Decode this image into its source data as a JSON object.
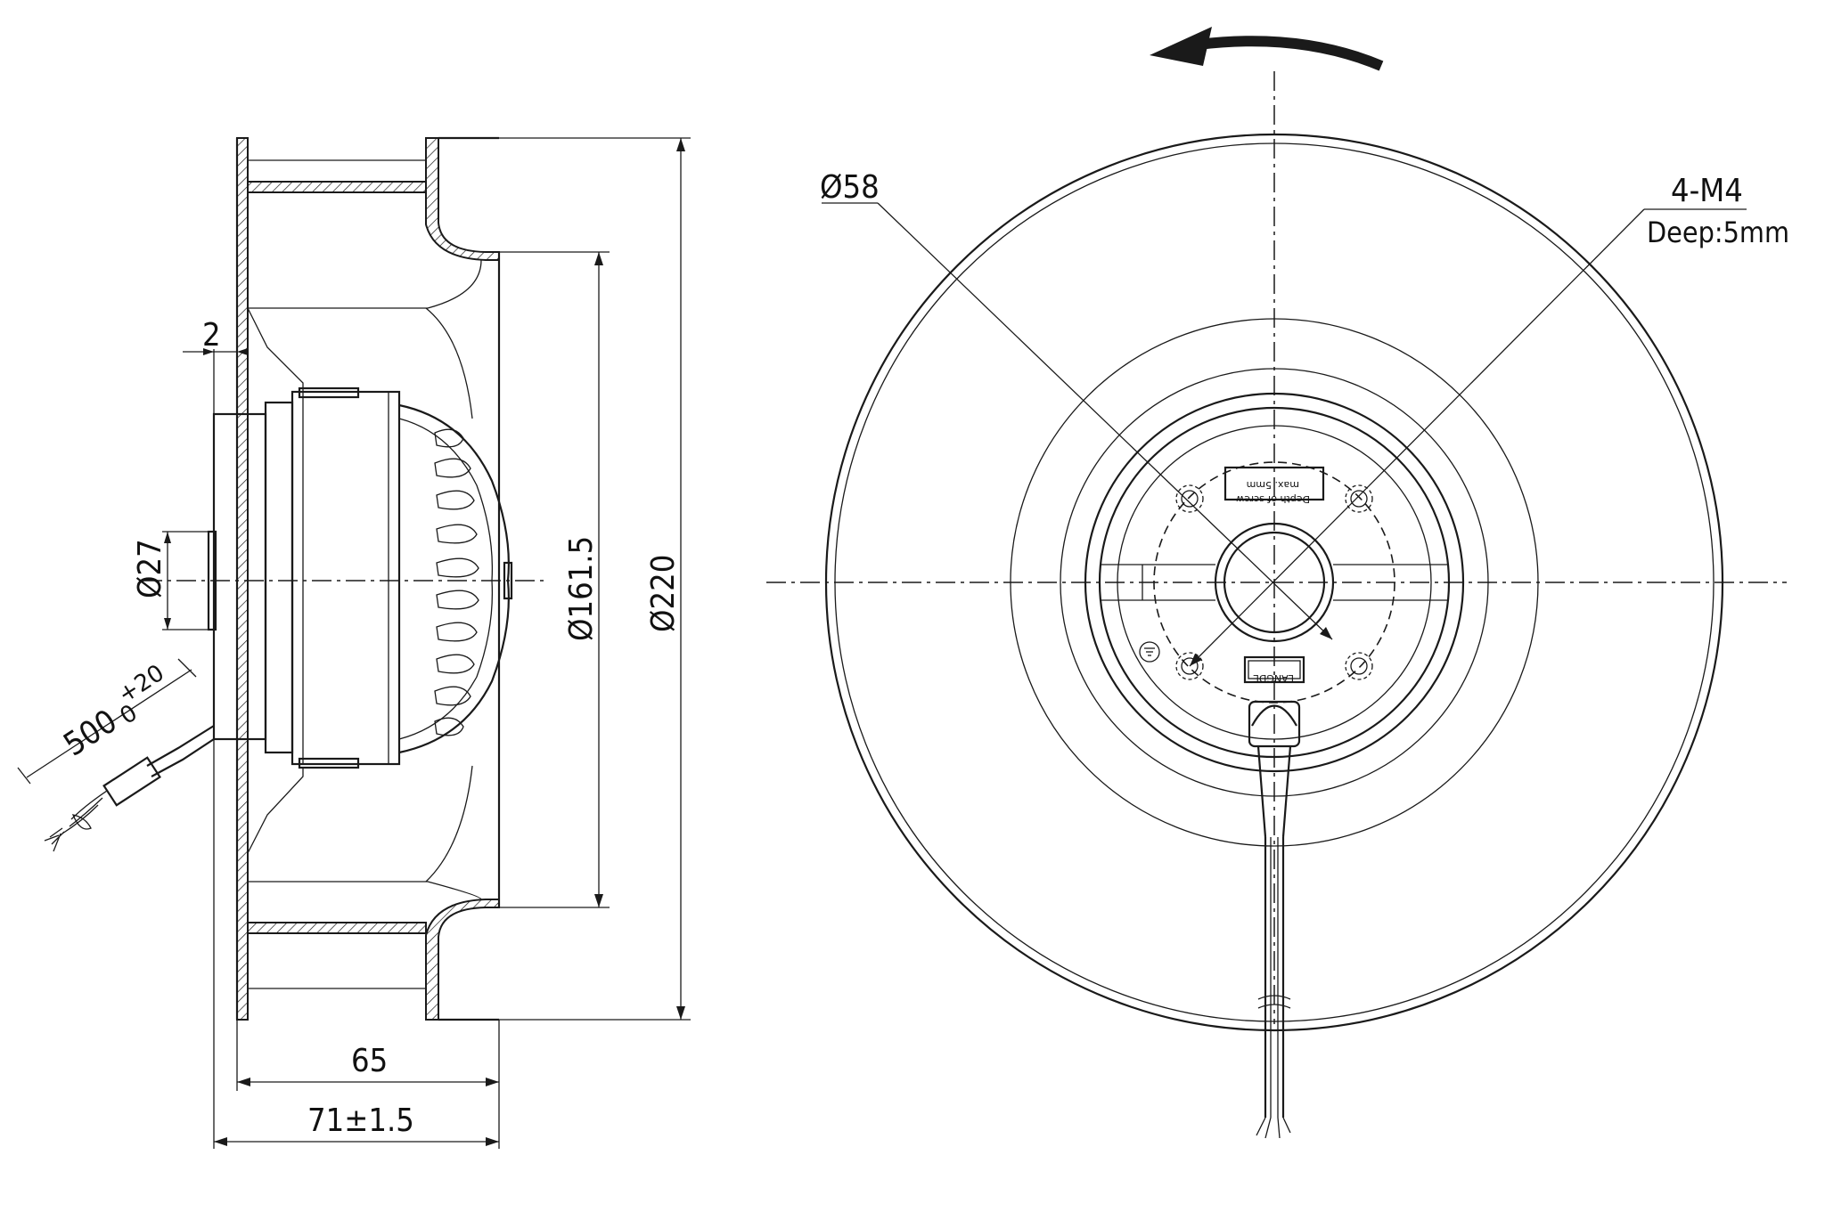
{
  "side_view": {
    "dim_wall": "2",
    "dim_shaft_dia": "Ø27",
    "dim_cable_len_base": "500",
    "dim_cable_tol_upper": "+20",
    "dim_cable_tol_lower": "0",
    "dim_inlet_dia": "Ø161.5",
    "dim_outer_dia": "Ø220",
    "dim_depth": "65",
    "dim_overall_depth": "71±1.5"
  },
  "front_view": {
    "dim_hub_dia": "Ø58",
    "screw_spec": "4-M4",
    "screw_depth": "Deep:5mm",
    "rotation": "counter-clockwise",
    "label_plate_top": "Depth of screw",
    "label_plate_top_line2": "max. 5mm",
    "label_plate_brand": "LANGDE"
  },
  "colors": {
    "line": "#1a1a1a",
    "background": "#ffffff"
  }
}
